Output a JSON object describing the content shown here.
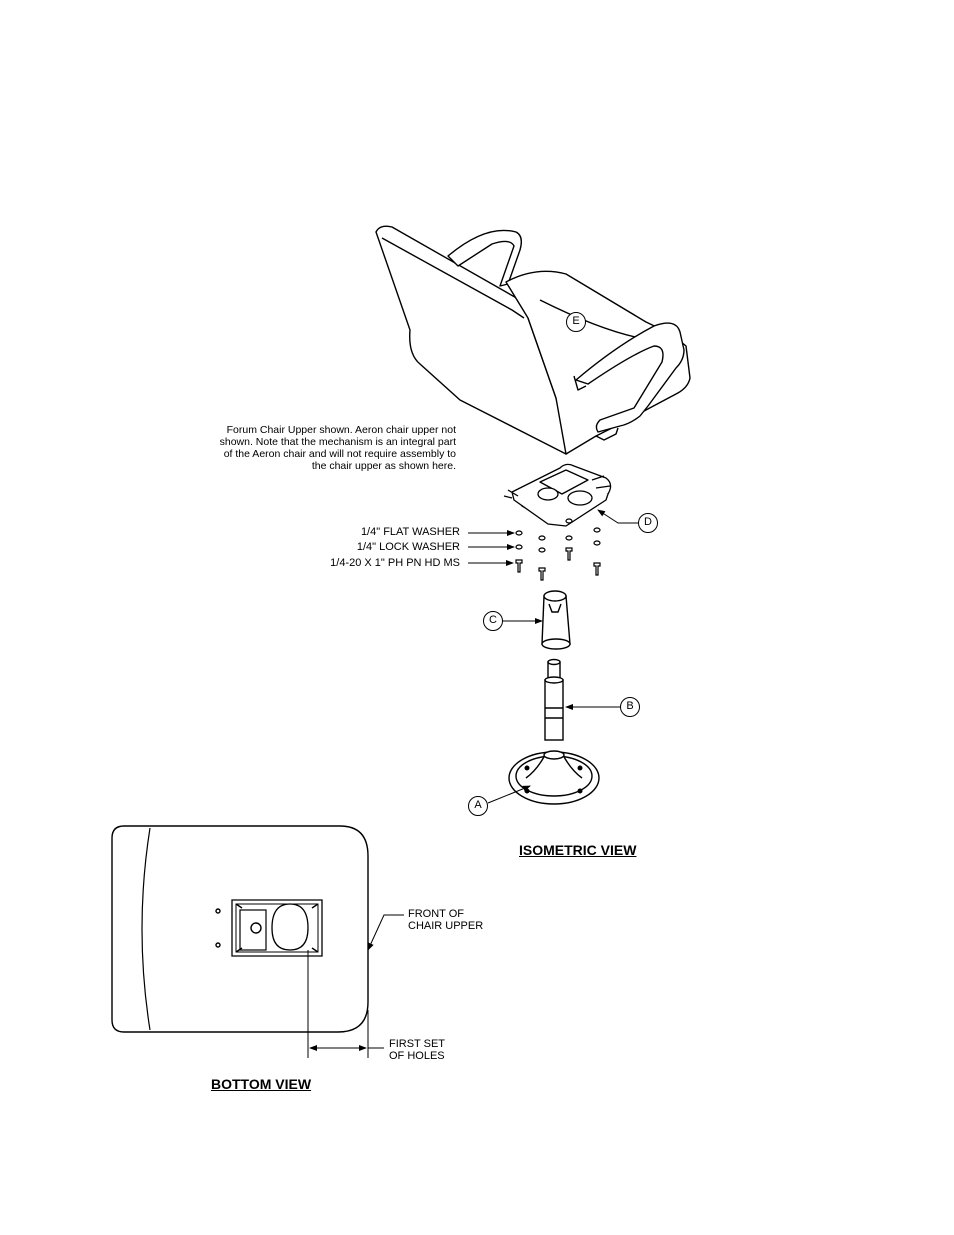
{
  "note": {
    "lines": [
      "Forum Chair Upper shown.  Aeron chair upper not",
      "shown.  Note that the mechanism is an integral part",
      "of the Aeron chair and will not require assembly to",
      "the chair upper as shown here."
    ]
  },
  "hardware": {
    "flat_washer": "1/4\" FLAT WASHER",
    "lock_washer": "1/4\" LOCK WASHER",
    "screw": "1/4-20 X 1\" PH PN HD MS"
  },
  "callouts": {
    "a": "A",
    "b": "B",
    "c": "C",
    "d": "D",
    "e": "E"
  },
  "views": {
    "isometric": "ISOMETRIC VIEW",
    "bottom": "BOTTOM VIEW"
  },
  "bottom_labels": {
    "front_line1": "FRONT  OF",
    "front_line2": "CHAIR  UPPER",
    "holes_line1": "FIRST SET",
    "holes_line2": "OF HOLES"
  }
}
